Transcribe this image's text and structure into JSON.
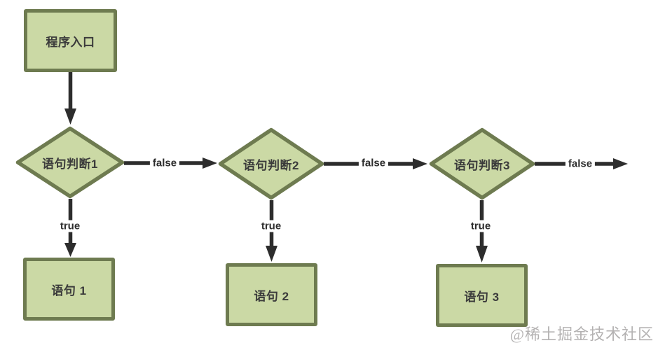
{
  "flowchart": {
    "nodes": {
      "entry": {
        "label": "程序入口",
        "type": "rect"
      },
      "decision1": {
        "label": "语句判断1",
        "type": "diamond"
      },
      "decision2": {
        "label": "语句判断2",
        "type": "diamond"
      },
      "decision3": {
        "label": "语句判断3",
        "type": "diamond"
      },
      "stmt1": {
        "label": "语句 1",
        "type": "rect"
      },
      "stmt2": {
        "label": "语句 2",
        "type": "rect"
      },
      "stmt3": {
        "label": "语句 3",
        "type": "rect"
      }
    },
    "edge_labels": {
      "false1": "false",
      "false2": "false",
      "false3": "false",
      "true1": "true",
      "true2": "true",
      "true3": "true"
    },
    "colors": {
      "page_bg": "#ffffff",
      "node_fill": "#cbd9a5",
      "node_border": "#6e7b50",
      "node_text": "#3b3b3b",
      "arrow": "#2d2d2d",
      "edge_label_text": "#2d2d2d",
      "watermark_color": "#b4b2b2"
    }
  },
  "watermark": "@稀土掘金技术社区"
}
